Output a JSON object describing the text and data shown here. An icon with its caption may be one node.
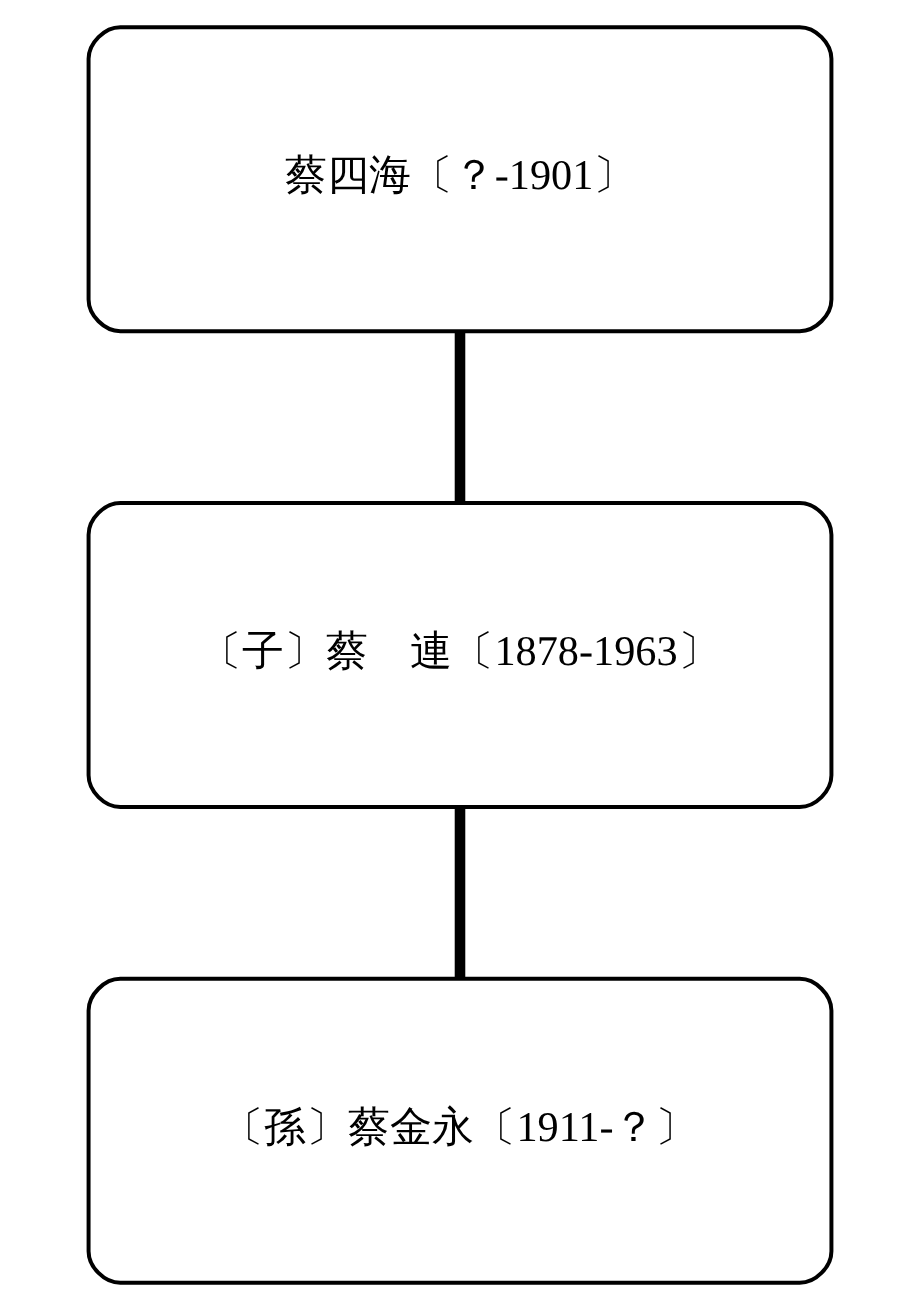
{
  "diagram": {
    "nodes": [
      {
        "text": [
          "蔡四海〔？-1901〕"
        ]
      },
      {
        "text": [
          "〔子〕蔡　連〔1878-1963〕"
        ]
      },
      {
        "text": [
          "〔孫〕蔡金永〔1911-？〕"
        ]
      }
    ],
    "edges": [
      {
        "from": 0,
        "to": 1,
        "arrow": "none"
      },
      {
        "from": 1,
        "to": 2,
        "arrow": "none"
      }
    ]
  }
}
